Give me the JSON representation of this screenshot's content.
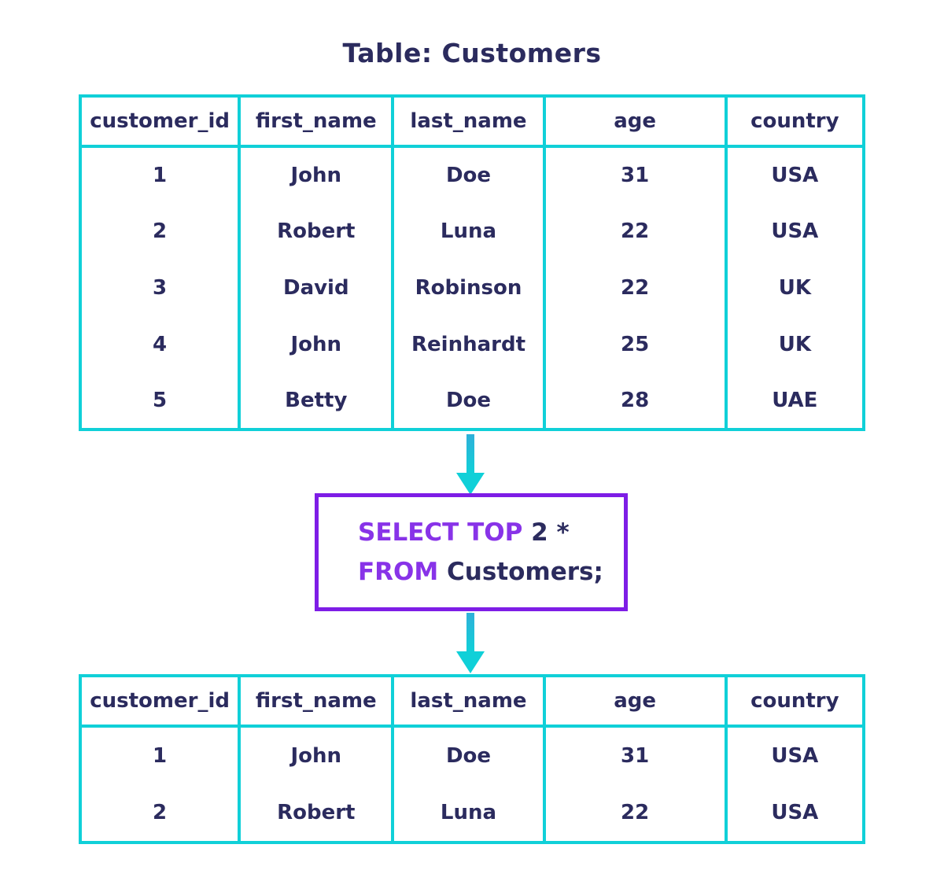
{
  "colors": {
    "cyan": "#10d0d8",
    "cyan_dark": "#2fb0d9",
    "navy": "#2b2b5e",
    "purple_border": "#7e1de6",
    "purple_keyword": "#8833e8",
    "bg": "#ffffff"
  },
  "title": "Table: Customers",
  "source_table": {
    "columns": [
      "customer_id",
      "first_name",
      "last_name",
      "age",
      "country"
    ],
    "rows": [
      [
        "1",
        "John",
        "Doe",
        "31",
        "USA"
      ],
      [
        "2",
        "Robert",
        "Luna",
        "22",
        "USA"
      ],
      [
        "3",
        "David",
        "Robinson",
        "22",
        "UK"
      ],
      [
        "4",
        "John",
        "Reinhardt",
        "25",
        "UK"
      ],
      [
        "5",
        "Betty",
        "Doe",
        "28",
        "UAE"
      ]
    ]
  },
  "query": {
    "keyword1": "SELECT TOP",
    "args1": " 2 *",
    "keyword2": "FROM",
    "args2": " Customers;"
  },
  "result_table": {
    "columns": [
      "customer_id",
      "first_name",
      "last_name",
      "age",
      "country"
    ],
    "rows": [
      [
        "1",
        "John",
        "Doe",
        "31",
        "USA"
      ],
      [
        "2",
        "Robert",
        "Luna",
        "22",
        "USA"
      ]
    ]
  }
}
